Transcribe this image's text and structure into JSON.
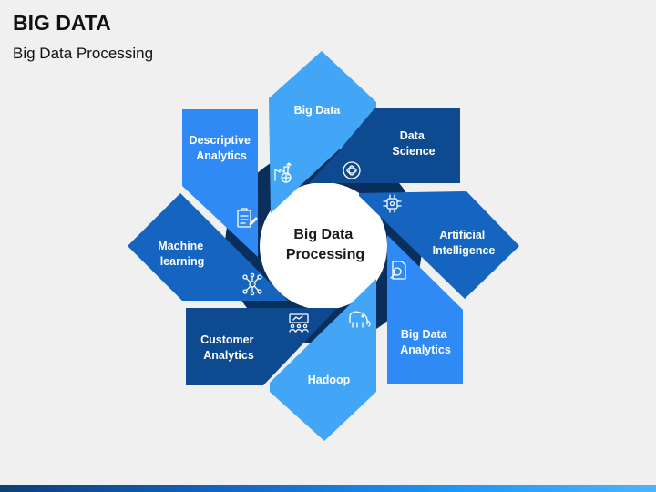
{
  "header": {
    "title": "BIG DATA",
    "subtitle": "Big Data Processing"
  },
  "center": {
    "line1": "Big Data",
    "line2": "Processing"
  },
  "segments": [
    {
      "line1": "Big Data",
      "line2": "",
      "color": "#42a5f5",
      "icon": "factory-globe-icon"
    },
    {
      "line1": "Data",
      "line2": "Science",
      "color": "#0d4a8f",
      "icon": "atom-circle-icon"
    },
    {
      "line1": "Artificial",
      "line2": "Intelligence",
      "color": "#1565c0",
      "icon": "chip-circuit-icon"
    },
    {
      "line1": "Big Data",
      "line2": "Analytics",
      "color": "#2f8af5",
      "icon": "document-search-icon"
    },
    {
      "line1": "Hadoop",
      "line2": "",
      "color": "#42a5f5",
      "icon": "elephant-icon"
    },
    {
      "line1": "Customer",
      "line2": "Analytics",
      "color": "#0d4a8f",
      "icon": "people-board-icon"
    },
    {
      "line1": "Machine",
      "line2": "learning",
      "color": "#1565c0",
      "icon": "network-nodes-icon"
    },
    {
      "line1": "Descriptive",
      "line2": "Analytics",
      "color": "#2f8af5",
      "icon": "clipboard-pen-icon"
    }
  ],
  "colors": {
    "ring_dark": "#0a2f5c",
    "ring_mid": "#13457f",
    "background": "#f0f0f0"
  }
}
